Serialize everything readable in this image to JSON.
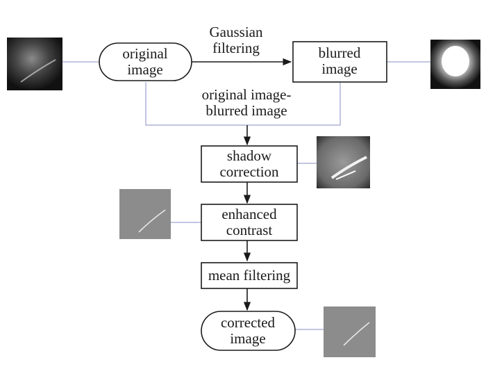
{
  "nodes": {
    "original": [
      "original",
      "image"
    ],
    "blurred": [
      "blurred",
      "image"
    ],
    "shadow": [
      "shadow",
      "correction"
    ],
    "enhanced": [
      "enhanced",
      "contrast"
    ],
    "mean": [
      "mean filtering"
    ],
    "corrected": [
      "corrected",
      "image"
    ]
  },
  "edges": {
    "gaussian": [
      "Gaussian",
      "filtering"
    ],
    "difference": [
      "original image-",
      "blurred image"
    ]
  },
  "thumbnails": {
    "original": "dark-blurry-thumbnail",
    "blurred": "bright-blob-thumbnail",
    "shadow": "shadow-corrected-thumbnail",
    "enhanced": "gray-contrast-thumbnail",
    "corrected": "gray-corrected-thumbnail"
  },
  "colors": {
    "connector": "#aeb4d8",
    "stroke": "#1a1a1a"
  }
}
